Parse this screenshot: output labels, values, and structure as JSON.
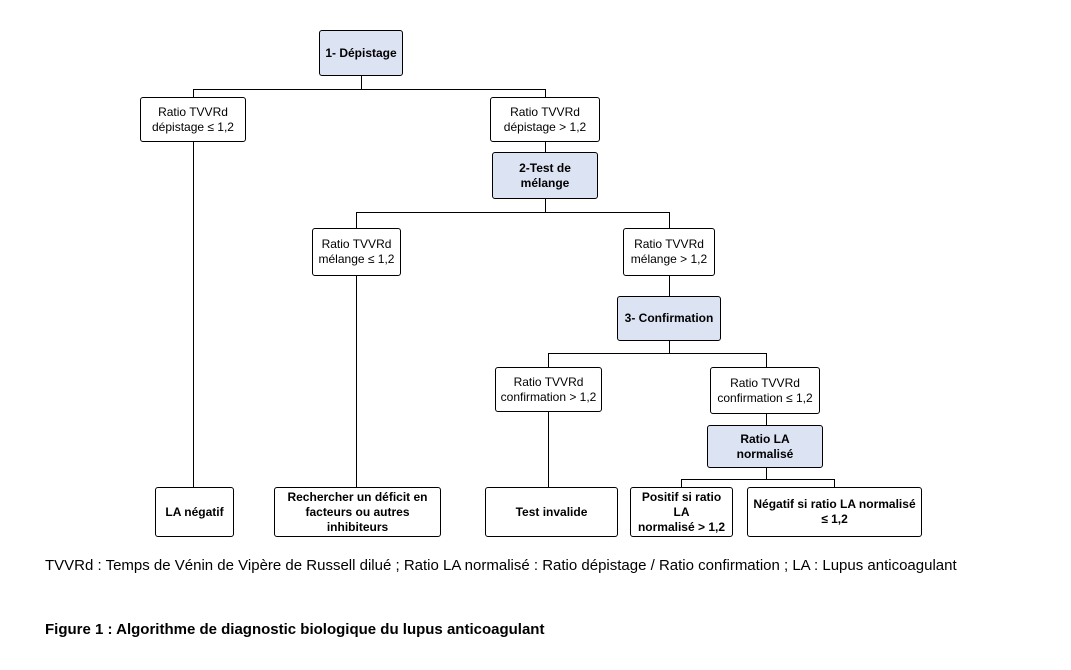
{
  "nodes": {
    "step1": "1- Dépistage",
    "ratio_depistage_low_l1": "Ratio TVVRd",
    "ratio_depistage_low_l2": "dépistage ≤ 1,2",
    "ratio_depistage_high_l1": "Ratio TVVRd",
    "ratio_depistage_high_l2": "dépistage > 1,2",
    "step2": "2-Test de mélange",
    "ratio_melange_low_l1": "Ratio TVVRd",
    "ratio_melange_low_l2": "mélange ≤ 1,2",
    "ratio_melange_high_l1": "Ratio TVVRd",
    "ratio_melange_high_l2": "mélange > 1,2",
    "step3": "3- Confirmation",
    "ratio_confirm_high_l1": "Ratio TVVRd",
    "ratio_confirm_high_l2": "confirmation > 1,2",
    "ratio_confirm_low_l1": "Ratio TVVRd",
    "ratio_confirm_low_l2": "confirmation ≤ 1,2",
    "ratio_la_normalise": "Ratio LA normalisé",
    "la_negatif": "LA négatif",
    "rechercher_l1": "Rechercher un déficit en",
    "rechercher_l2": "facteurs ou autres inhibiteurs",
    "test_invalide": "Test invalide",
    "positif_l1": "Positif si ratio LA",
    "positif_l2": "normalisé > 1,2",
    "negatif_l1": "Négatif si ratio LA normalisé",
    "negatif_l2": "≤ 1,2"
  },
  "caption": "TVVRd : Temps de Vénin de Vipère de Russell dilué ; Ratio LA normalisé : Ratio dépistage / Ratio confirmation ; LA : Lupus anticoagulant",
  "figure_title": "Figure 1 : Algorithme de diagnostic biologique du lupus anticoagulant",
  "colors": {
    "step_fill": "#dce3f3",
    "border": "#000000"
  }
}
